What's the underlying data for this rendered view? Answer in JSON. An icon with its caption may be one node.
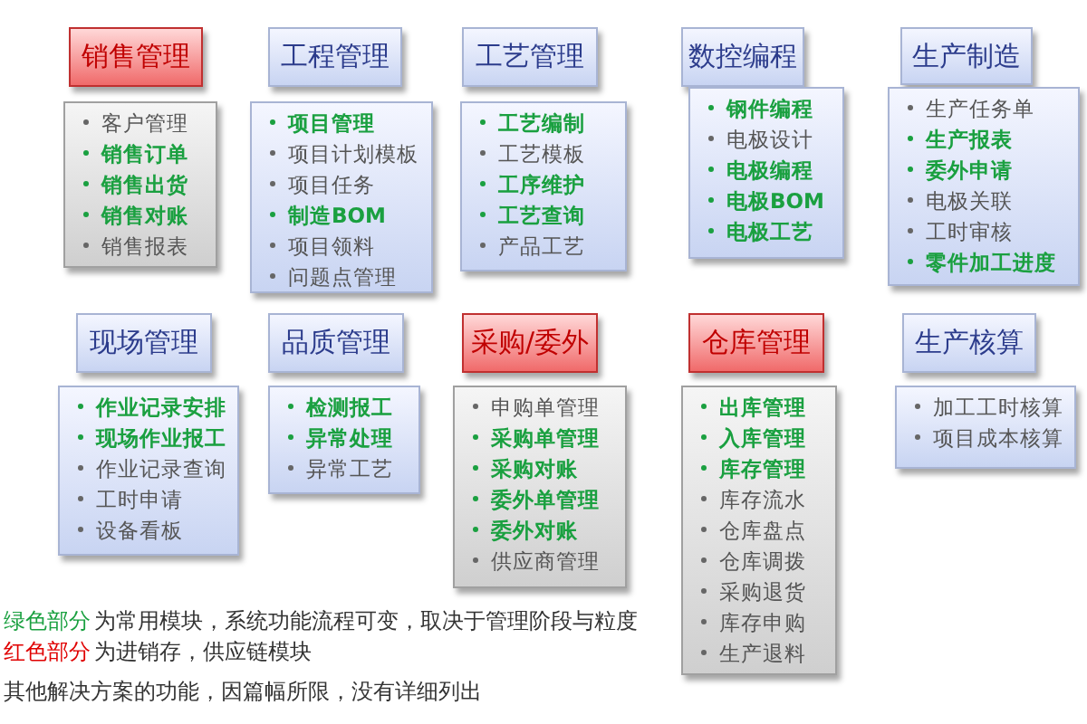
{
  "diagram": {
    "nodes": [
      {
        "text": [
          "销售管理"
        ]
      },
      {
        "text": [
          "客户管理",
          "销售订单",
          "销售出货",
          "销售对账",
          "销售报表"
        ]
      },
      {
        "text": [
          "工程管理"
        ]
      },
      {
        "text": [
          "项目管理",
          "项目计划模板",
          "项目任务",
          "制造BOM",
          "项目领料",
          "问题点管理"
        ]
      },
      {
        "text": [
          "工艺管理"
        ]
      },
      {
        "text": [
          "工艺编制",
          "工艺模板",
          "工序维护",
          "工艺查询",
          "产品工艺"
        ]
      },
      {
        "text": [
          "数控编程"
        ]
      },
      {
        "text": [
          "钢件编程",
          "电极设计",
          "电极编程",
          "电极BOM",
          "电极工艺"
        ]
      },
      {
        "text": [
          "生产制造"
        ]
      },
      {
        "text": [
          "生产任务单",
          "生产报表",
          "委外申请",
          "电极关联",
          "工时审核",
          "零件加工进度"
        ]
      },
      {
        "text": [
          "现场管理"
        ]
      },
      {
        "text": [
          "作业记录安排",
          "现场作业报工",
          "作业记录查询",
          "工时申请",
          "设备看板"
        ]
      },
      {
        "text": [
          "品质管理"
        ]
      },
      {
        "text": [
          "检测报工",
          "异常处理",
          "异常工艺"
        ]
      },
      {
        "text": [
          "采购/委外"
        ]
      },
      {
        "text": [
          "申购单管理",
          "采购单管理",
          "采购对账",
          "委外单管理",
          "委外对账",
          "供应商管理"
        ]
      },
      {
        "text": [
          "仓库管理"
        ]
      },
      {
        "text": [
          "出库管理",
          "入库管理",
          "库存管理",
          "库存流水",
          "仓库盘点",
          "仓库调拨",
          "采购退货",
          "库存申购",
          "生产退料"
        ]
      },
      {
        "text": [
          "生产核算"
        ]
      },
      {
        "text": [
          "加工工时核算",
          "项目成本核算"
        ]
      }
    ],
    "labels": [
      "绿色部分",
      "为常用模块，系统功能流程可变，取决于管理阶段与粒度",
      "红色部分",
      "为进销存，供应链模块",
      "其他解决方案的功能，因篇幅所限，没有详细列出"
    ]
  }
}
